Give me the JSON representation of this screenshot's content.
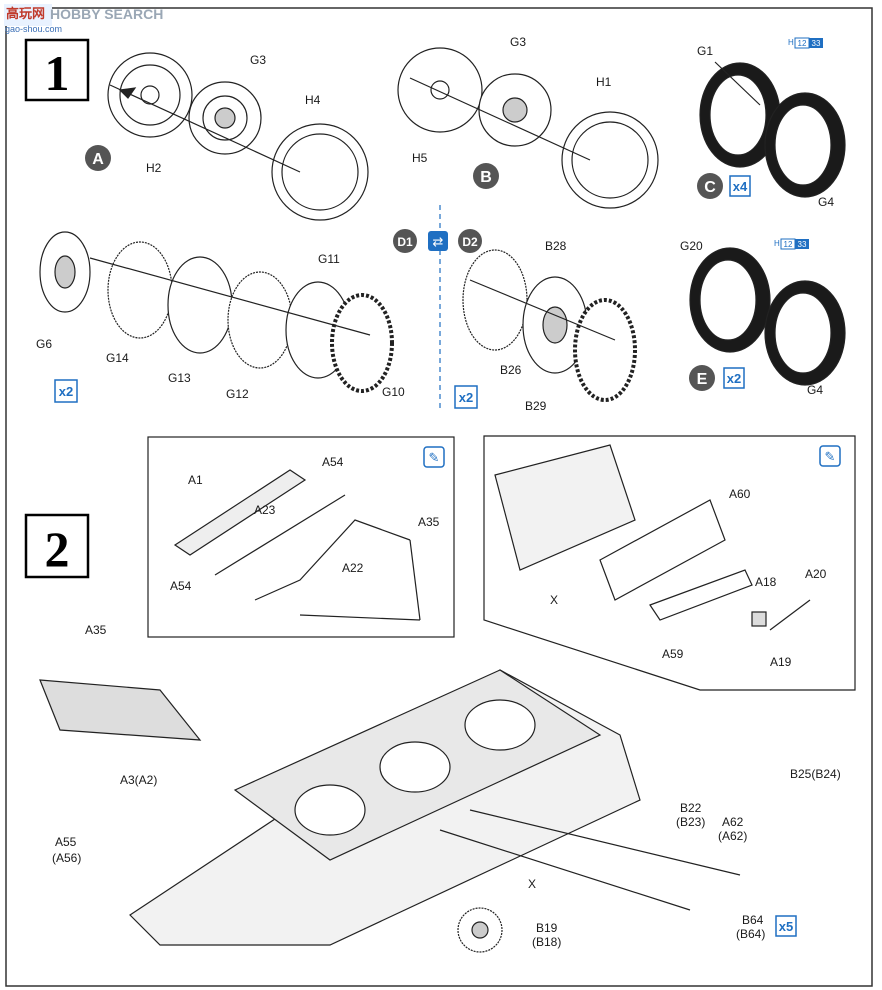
{
  "watermark": {
    "logo_cn": "高玩网",
    "brand": "HOBBY SEARCH",
    "url": "gao-shou.com"
  },
  "colors": {
    "accent_blue": "#1f6fc2",
    "badge_grey": "#555555",
    "line": "#222222"
  },
  "steps": [
    {
      "number": "1"
    },
    {
      "number": "2"
    }
  ],
  "step1": {
    "badges": {
      "a": "A",
      "b": "B",
      "c": "C",
      "e": "E",
      "d1": "D1",
      "d2": "D2"
    },
    "multipliers": {
      "c": "x4",
      "e": "x2",
      "g": "x2",
      "b": "x2"
    },
    "paint_ref": {
      "h": "H",
      "n12": "12",
      "n33": "33"
    },
    "labels": {
      "g3a": "G3",
      "h4": "H4",
      "h2": "H2",
      "g3b": "G3",
      "h1": "H1",
      "h5": "H5",
      "g1": "G1",
      "g4a": "G4",
      "g11": "G11",
      "g6": "G6",
      "g14": "G14",
      "g13": "G13",
      "g12": "G12",
      "g10": "G10",
      "b28": "B28",
      "b26": "B26",
      "b29": "B29",
      "g20": "G20",
      "g4b": "G4"
    }
  },
  "step2": {
    "labels": {
      "a54a": "A54",
      "a1": "A1",
      "a23": "A23",
      "a35i": "A35",
      "a22": "A22",
      "a54b": "A54",
      "a60": "A60",
      "x1": "X",
      "a18": "A18",
      "a20": "A20",
      "a59": "A59",
      "a19": "A19",
      "a35": "A35",
      "a3": "A3(A2)",
      "a55": "A55",
      "a56": "(A56)",
      "b25": "B25(B24)",
      "b22": "B22",
      "b23": "(B23)",
      "a62": "A62",
      "a62b": "(A62)",
      "x2": "X",
      "b19": "B19",
      "b18": "(B18)",
      "b64": "B64",
      "b64b": "(B64)"
    },
    "multiplier": "x5"
  }
}
